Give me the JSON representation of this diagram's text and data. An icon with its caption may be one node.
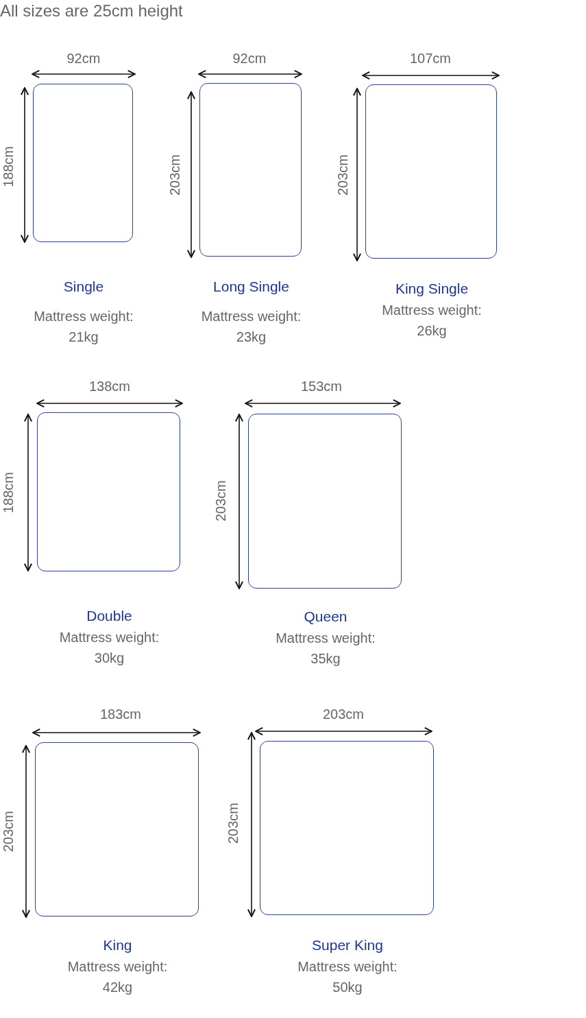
{
  "diagram": {
    "title": "All sizes are 25cm height",
    "nodes": [
      {
        "text": [],
        "shape": "box",
        "beside": [
          "Single",
          "Mattress weight: 21kg"
        ]
      },
      {
        "text": [],
        "shape": "box",
        "beside": [
          "Long Single",
          "Mattress weight: 23kg"
        ]
      },
      {
        "text": [],
        "shape": "box",
        "beside": [
          "King Single",
          "Mattress weight: 26kg"
        ]
      },
      {
        "text": [],
        "shape": "box",
        "beside": [
          "Double",
          "Mattress weight: 30kg"
        ]
      },
      {
        "text": [],
        "shape": "box",
        "beside": [
          "Queen",
          "Mattress weight: 35kg"
        ]
      },
      {
        "text": [],
        "shape": "box",
        "beside": [
          "King",
          "Mattress weight: 42kg"
        ]
      },
      {
        "text": [],
        "shape": "box",
        "beside": [
          "Super King",
          "Mattress weight: 50kg"
        ]
      }
    ],
    "labels": [
      "92cm",
      "92cm",
      "107cm",
      "188cm",
      "203cm",
      "203cm",
      "138cm",
      "153cm",
      "188cm",
      "203cm",
      "183cm",
      "203cm",
      "203cm",
      "203cm"
    ]
  }
}
